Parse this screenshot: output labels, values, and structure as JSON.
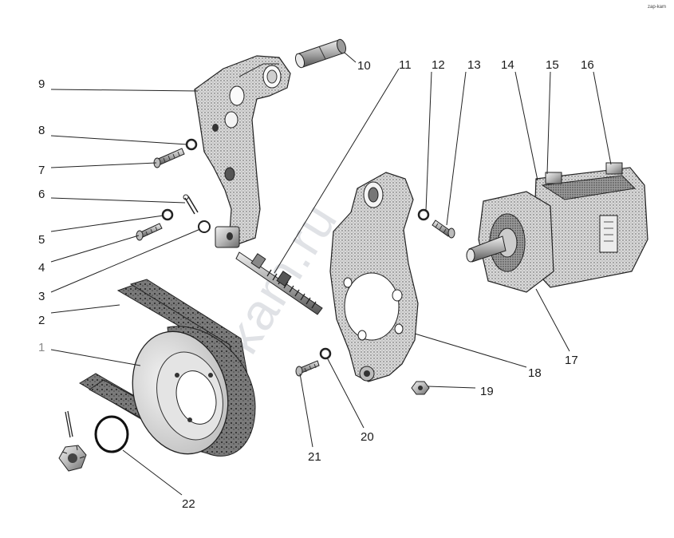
{
  "watermark": "zap-kam.ru",
  "corner_mark": "zap-kam",
  "callouts": [
    {
      "id": "1",
      "label": "1"
    },
    {
      "id": "2",
      "label": "2"
    },
    {
      "id": "3",
      "label": "3"
    },
    {
      "id": "4",
      "label": "4"
    },
    {
      "id": "5",
      "label": "5"
    },
    {
      "id": "6",
      "label": "6"
    },
    {
      "id": "7",
      "label": "7"
    },
    {
      "id": "8",
      "label": "8"
    },
    {
      "id": "9",
      "label": "9"
    },
    {
      "id": "10",
      "label": "10"
    },
    {
      "id": "11",
      "label": "11"
    },
    {
      "id": "12",
      "label": "12"
    },
    {
      "id": "13",
      "label": "13"
    },
    {
      "id": "14",
      "label": "14"
    },
    {
      "id": "15",
      "label": "15"
    },
    {
      "id": "16",
      "label": "16"
    },
    {
      "id": "17",
      "label": "17"
    },
    {
      "id": "18",
      "label": "18"
    },
    {
      "id": "19",
      "label": "19"
    },
    {
      "id": "20",
      "label": "20"
    },
    {
      "id": "21",
      "label": "21"
    },
    {
      "id": "22",
      "label": "22"
    }
  ]
}
